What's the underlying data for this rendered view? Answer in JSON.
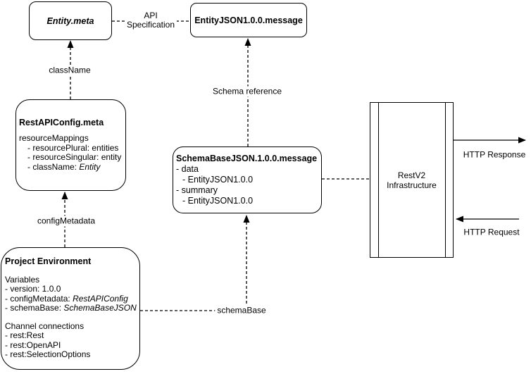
{
  "colors": {
    "line": "#000000",
    "text": "#000000",
    "background": "#ffffff"
  },
  "nodes": {
    "entityMeta": {
      "title": "Entity.meta"
    },
    "entityJson": {
      "title": "EntityJSON1.0.0.message"
    },
    "restApiConfig": {
      "title": "RestAPIConfig.meta",
      "header": "resourceMappings",
      "item1": "- resourcePlural: entities",
      "item2": "- resourceSingular: entity",
      "item3Label": "- className:",
      "item3Value": "Entity"
    },
    "schemaBase": {
      "title": "SchemaBaseJSON.1.0.0.message",
      "item1": "- data",
      "item1Sub": "- EntityJSON1.0.0",
      "item2": "- summary",
      "item2Sub": "- EntityJSON1.0.0"
    },
    "projectEnv": {
      "title": "Project Environment",
      "varsHeader": "Variables",
      "var1": "- version: 1.0.0",
      "var2Label": "- configMetadata:",
      "var2Value": "RestAPIConfig",
      "var3Label": "- schemaBase:",
      "var3Value": "SchemaBaseJSON",
      "channelsHeader": "Channel connections",
      "channel1": "- rest:Rest",
      "channel2": "- rest:OpenAPI",
      "channel3": "- rest:SelectionOptions"
    },
    "restV2": {
      "line1": "RestV2",
      "line2": "Infrastructure"
    }
  },
  "edges": {
    "apiSpec": {
      "labelLine1": "API",
      "labelLine2": "Specification"
    },
    "className": {
      "label": "className"
    },
    "schemaRef": {
      "label": "Schema reference"
    },
    "configMetadata": {
      "label": "configMetadata"
    },
    "schemaBaseLink": {
      "label": "schemaBase"
    },
    "httpResponse": {
      "label": "HTTP Response"
    },
    "httpRequest": {
      "label": "HTTP Request"
    }
  }
}
